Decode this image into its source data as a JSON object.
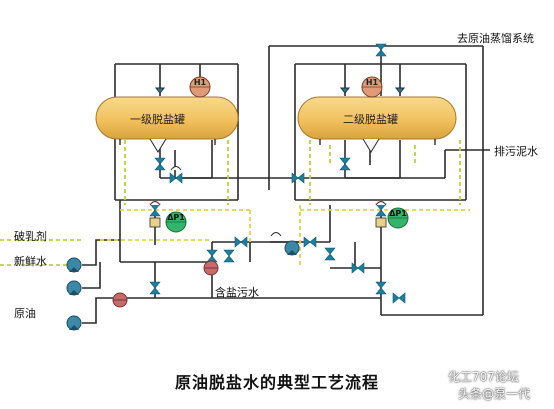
{
  "title": "原油脱盐水的典型工艺流程",
  "tanks": {
    "first": "一级脱盐罐",
    "second": "二级脱盐罐"
  },
  "labels": {
    "to_distill": "去原油蒸馏系统",
    "drain": "排污泥水",
    "demulsifier": "破乳剂",
    "fresh_water": "新鲜水",
    "crude": "原油",
    "salt_water": "含盐污水"
  },
  "instruments": {
    "h1_left": "H1",
    "h1_right": "H1",
    "dp_left": "ΔP1",
    "dp_right": "ΔP1"
  },
  "watermark": {
    "line1": "化工707论坛",
    "line2": "头条@泵一代"
  },
  "colors": {
    "tank": "#F2C15E",
    "pipe": "#2b2b2b",
    "dashed_green": "#b8d43a",
    "dashed_yellow": "#e4d24a",
    "valve": "#1d7fa0",
    "pump": "#3b88a8",
    "h1": "#e09a78",
    "dp": "#36b36a",
    "mixer": "#c86a6a"
  }
}
